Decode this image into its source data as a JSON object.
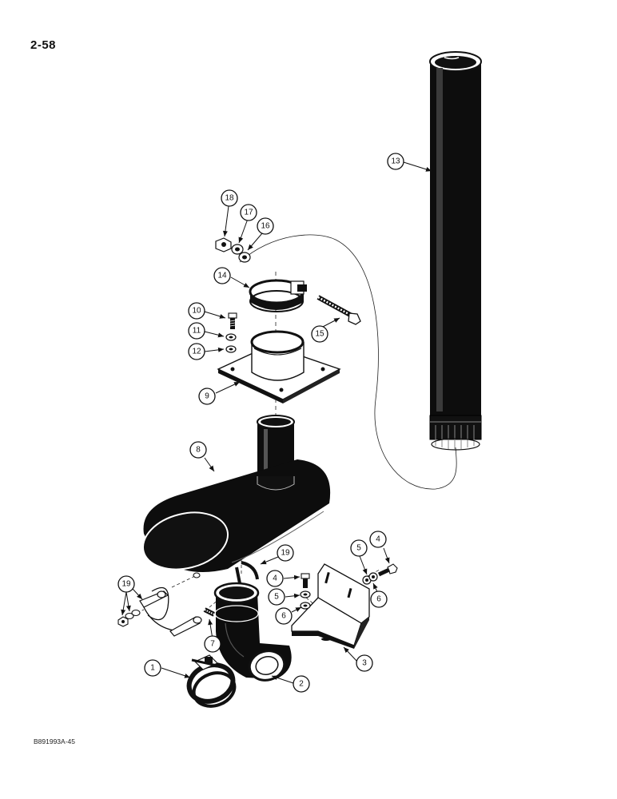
{
  "page": {
    "number": "2-58",
    "figure_code": "B891993A-45"
  },
  "callouts": {
    "c1": "1",
    "c2": "2",
    "c3": "3",
    "c4a": "4",
    "c4b": "4",
    "c5a": "5",
    "c5b": "5",
    "c6a": "6",
    "c6b": "6",
    "c7": "7",
    "c8": "8",
    "c9": "9",
    "c10": "10",
    "c11": "11",
    "c12": "12",
    "c13": "13",
    "c14": "14",
    "c15": "15",
    "c16": "16",
    "c17": "17",
    "c18": "18",
    "c19a": "19",
    "c19b": "19"
  }
}
